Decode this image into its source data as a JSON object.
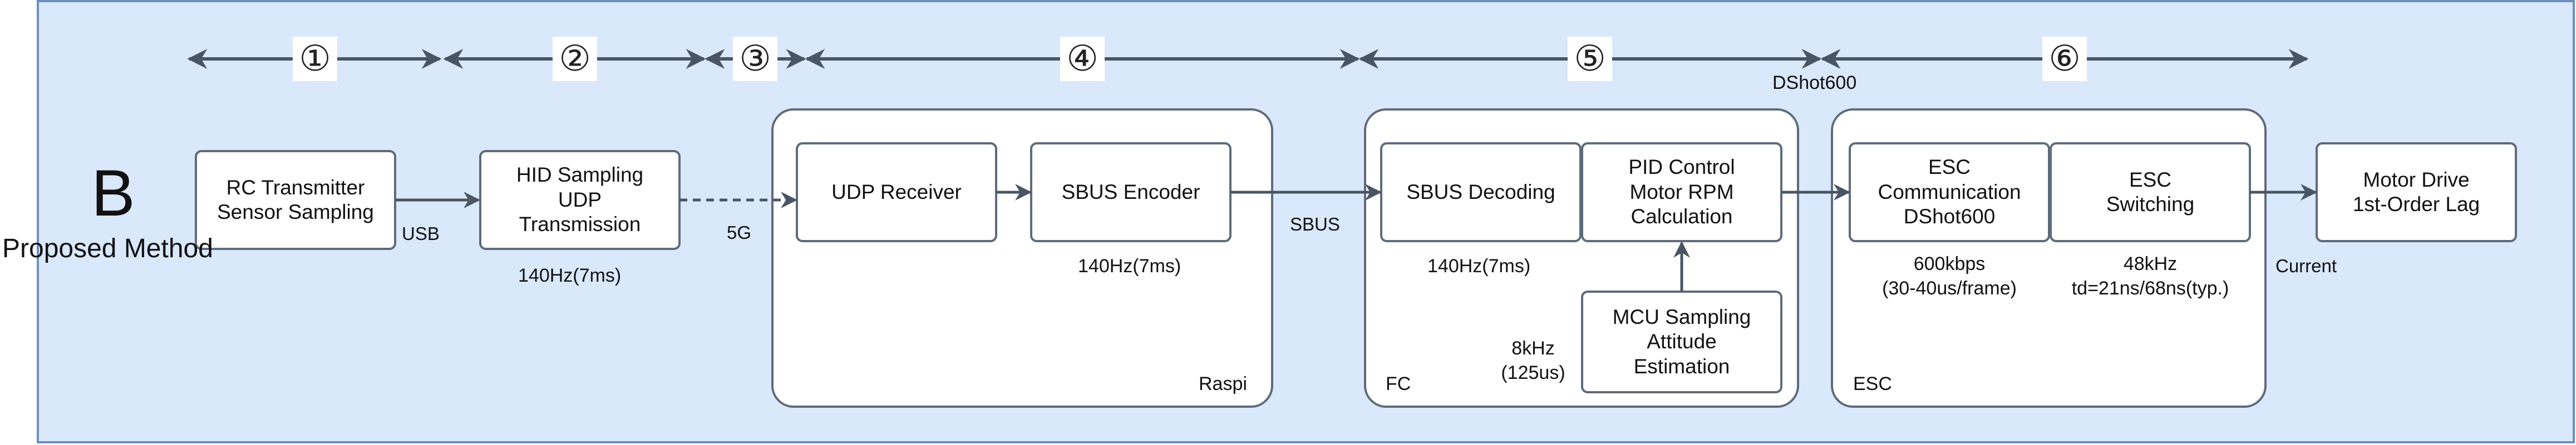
{
  "section_letter": "B",
  "section_title": "Proposed Method",
  "steps": [
    "①",
    "②",
    "③",
    "④",
    "⑤",
    "⑥"
  ],
  "boxes": {
    "rc": "RC Transmitter\nSensor Sampling",
    "hid": "HID Sampling\nUDP\nTransmission",
    "udp": "UDP Receiver",
    "sbus_enc": "SBUS Encoder",
    "sbus_dec": "SBUS Decoding",
    "pid": "PID Control\nMotor RPM\nCalculation",
    "mcu": "MCU Sampling\nAttitude\nEstimation",
    "esc_comm": "ESC\nCommunication\nDShot600",
    "esc_sw": "ESC\nSwitching",
    "motor": "Motor Drive\n1st-Order Lag"
  },
  "groups": {
    "raspi": "Raspi",
    "fc": "FC",
    "esc": "ESC"
  },
  "links": {
    "usb": "USB",
    "fiveg": "5G",
    "sbus": "SBUS",
    "current": "Current",
    "dshot": "DShot600"
  },
  "rates": {
    "hid": "140Hz(7ms)",
    "sbus_enc": "140Hz(7ms)",
    "sbus_dec": "140Hz(7ms)",
    "mcu": "8kHz\n(125us)",
    "esc_comm": "600kbps\n(30-40us/frame)",
    "esc_sw": "48kHz\ntd=21ns/68ns(typ.)"
  },
  "colors": {
    "background": "#dae8fc",
    "border": "#6c8ebf",
    "box_fill": "#ffffff",
    "box_stroke": "#5f6b7a",
    "arrow": "#4a5563"
  }
}
